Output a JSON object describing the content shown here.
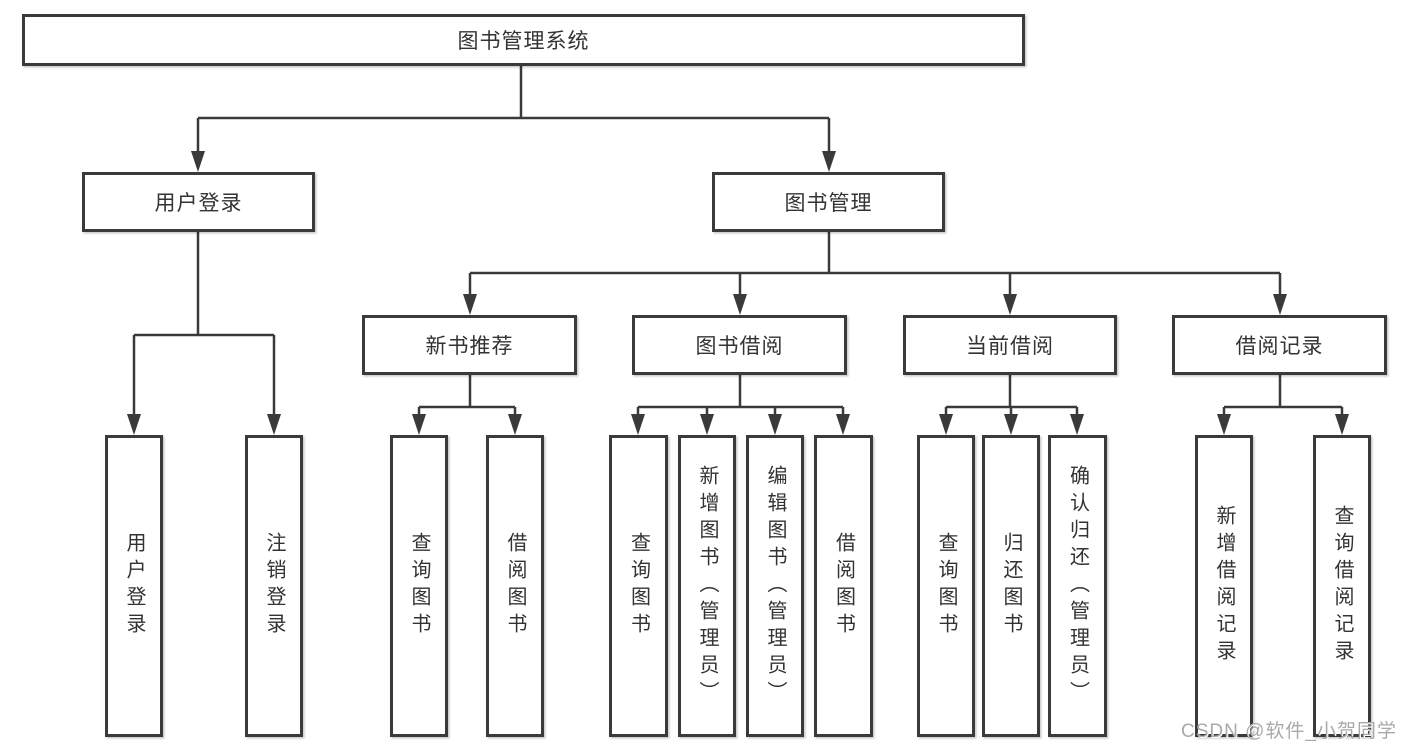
{
  "diagram": {
    "root": {
      "label": "图书管理系统"
    },
    "level2": [
      {
        "label": "用户登录"
      },
      {
        "label": "图书管理"
      }
    ],
    "level3": [
      {
        "label": "新书推荐"
      },
      {
        "label": "图书借阅"
      },
      {
        "label": "当前借阅"
      },
      {
        "label": "借阅记录"
      }
    ],
    "leaves": {
      "user_login": [
        "用户登录",
        "注销登录"
      ],
      "new_book": [
        "查询图书",
        "借阅图书"
      ],
      "book_borrow": [
        "查询图书",
        "新增图书（管理员）",
        "编辑图书（管理员）",
        "借阅图书"
      ],
      "current_borrow": [
        "查询图书",
        "归还图书",
        "确认归还（管理员）"
      ],
      "borrow_record": [
        "新增借阅记录",
        "查询借阅记录"
      ]
    }
  },
  "watermark": "CSDN @软件_小贺同学",
  "colors": {
    "line": "#3a3a3a",
    "border": "#3a3a3a",
    "text": "#333333",
    "background": "#ffffff",
    "watermark": "#a9a9a9"
  }
}
